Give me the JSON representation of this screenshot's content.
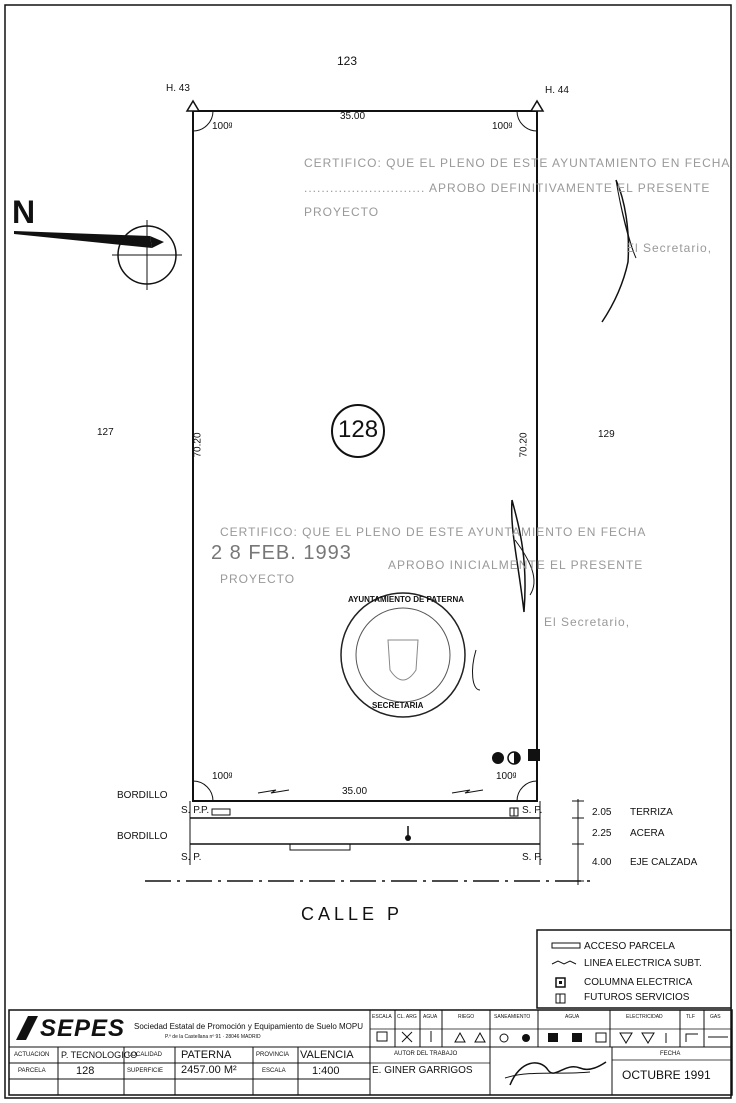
{
  "parcel": {
    "number": "128",
    "width_top": "35.00",
    "width_bottom": "35.00",
    "side_left": "70.20",
    "side_right": "70.20",
    "corner_angle": "100ᵍ",
    "hitos": {
      "left": "H. 43",
      "right": "H. 44"
    }
  },
  "neighbors": {
    "top": "123",
    "left": "127",
    "right": "129"
  },
  "north_label": "N",
  "street_name": "CALLE P",
  "street_labels": {
    "bordillo_1": "BORDILLO",
    "bordillo_2": "BORDILLO",
    "sp": "S. P.",
    "pr_mark": "P."
  },
  "sections": [
    {
      "dim": "2.05",
      "label": "TERRIZA"
    },
    {
      "dim": "2.25",
      "label": "ACERA"
    },
    {
      "dim": "4.00",
      "label": "EJE CALZADA"
    }
  ],
  "stamps": {
    "cert_1_line1": "CERTIFICO: QUE EL PLENO DE ESTE AYUNTAMIENTO EN FECHA",
    "cert_1_line2": "............................ APROBO DEFINITIVAMENTE EL PRESENTE",
    "cert_1_line3": "PROYECTO",
    "cert_1_sig": "El Secretario,",
    "cert_2_line1": "CERTIFICO: QUE EL PLENO DE ESTE AYUNTAMIENTO EN FECHA",
    "cert_2_date": "2 8 FEB. 1993",
    "cert_2_line2": "APROBO INICIALMENTE EL PRESENTE",
    "cert_2_line3": "PROYECTO",
    "cert_2_sig": "El Secretario,",
    "seal_top": "AYUNTAMIENTO DE PATERNA",
    "seal_bottom": "SECRETARIA"
  },
  "legend": [
    {
      "icon": "access-icon",
      "label": "ACCESO PARCELA"
    },
    {
      "icon": "line-icon",
      "label": "LINEA ELECTRICA SUBT."
    },
    {
      "icon": "column-icon",
      "label": "COLUMNA ELECTRICA"
    },
    {
      "icon": "services-icon",
      "label": "FUTUROS SERVICIOS"
    }
  ],
  "titleblock": {
    "logo": "SEPES",
    "company": "Sociedad Estatal de Promoción y Equipamiento de Suelo MOPU",
    "address": "P.º de la Castellana nº 91 · 28046 MADRID",
    "actuacion_label": "ACTUACION",
    "actuacion_value": "P. TECNOLOGICO",
    "localidad_label": "LOCALIDAD",
    "localidad_value": "PATERNA",
    "provincia_label": "PROVINCIA",
    "provincia_value": "VALENCIA",
    "parcela_label": "PARCELA",
    "parcela_value": "128",
    "superficie_label": "SUPERFICIE",
    "superficie_value": "2457.00 M²",
    "escala_label": "ESCALA",
    "escala_value": "1:400",
    "autor_label": "AUTOR DEL TRABAJO",
    "autor_value": "E. GINER GARRIGOS",
    "fecha_label": "FECHA",
    "fecha_value": "OCTUBRE 1991",
    "col_headers": [
      "ESCALA",
      "CL. ARG",
      "AGUA",
      "RIEGO",
      "SANEAMIENTO",
      "AGUA",
      "ELECTRICIDAD",
      "TLF",
      "GAS"
    ]
  }
}
